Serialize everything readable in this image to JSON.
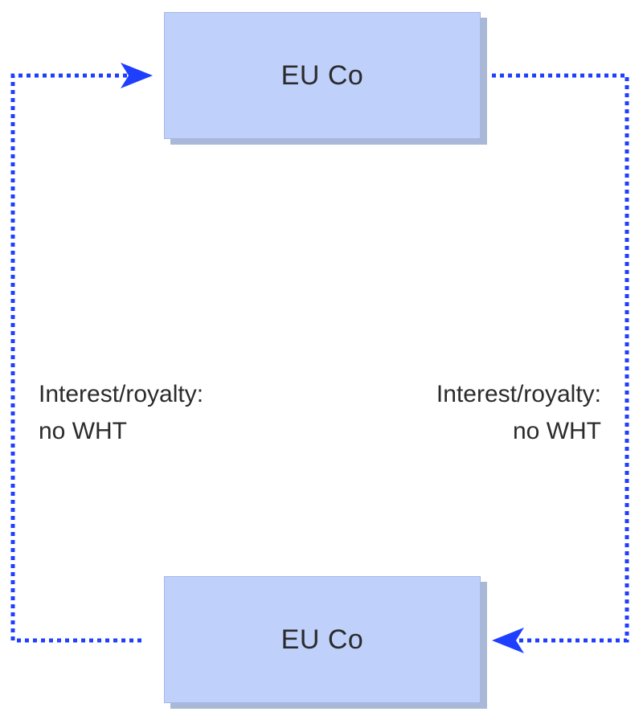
{
  "entities": {
    "top": {
      "label": "EU Co"
    },
    "bottom": {
      "label": "EU Co"
    }
  },
  "flows": {
    "left": {
      "line1": "Interest/royalty:",
      "line2": "no WHT"
    },
    "right": {
      "line1": "Interest/royalty:",
      "line2": "no WHT"
    }
  },
  "colors": {
    "box_fill": "#bfd0fb",
    "box_shadow": "#a9b8d6",
    "arrow": "#1f3fff",
    "text": "#2b2b2b"
  }
}
